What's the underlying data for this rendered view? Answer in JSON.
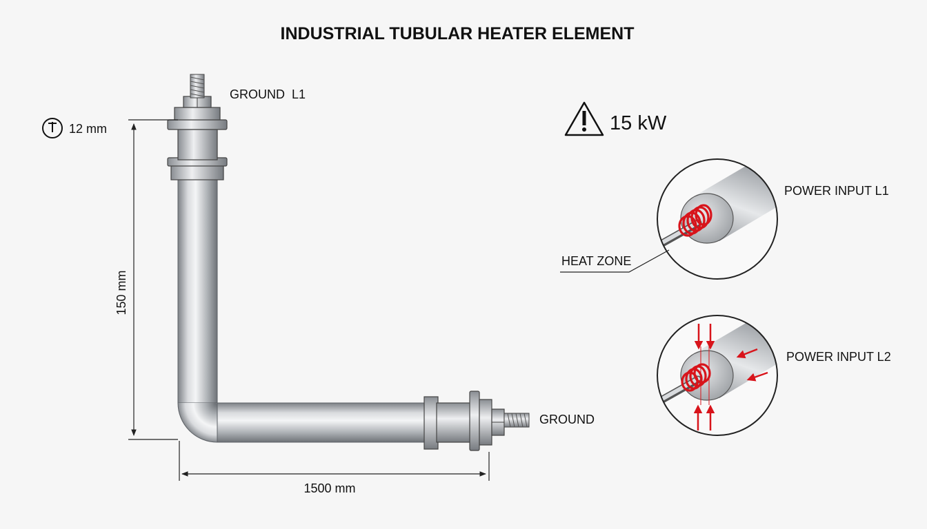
{
  "title": "INDUSTRIAL TUBULAR HEATER ELEMENT",
  "labels": {
    "ground_l1": "GROUND  L1",
    "ground": "GROUND",
    "diameter": "12 mm",
    "height": "150 mm",
    "length": "1500 mm",
    "power": "15 kW",
    "heat_zone": "HEAT ZONE",
    "power_input_l1": "POWER INPUT L1",
    "power_input_l2": "POWER INPUT L2"
  },
  "icons": {
    "diameter": "diameter-symbol-icon",
    "warning": "warning-triangle-icon"
  },
  "colors": {
    "heat": "#d8141b",
    "metal": "#b9bcc0",
    "line": "#222222"
  }
}
